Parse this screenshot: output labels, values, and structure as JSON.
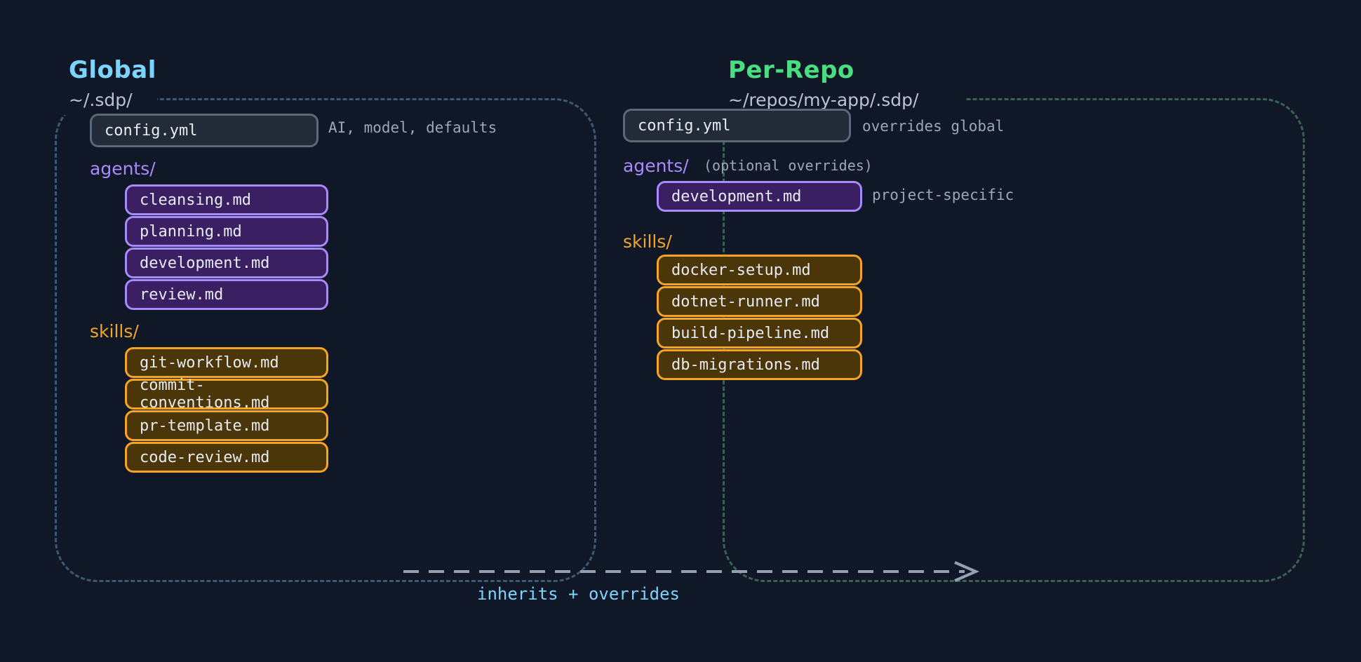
{
  "background": "#101828",
  "panels": [
    {
      "id": "global",
      "title": "Global",
      "title_color": "#7dd3fc",
      "path": "~/.sdp/",
      "border_color": "#3e5871",
      "config": {
        "label": "config.yml",
        "annotation": "AI, model, defaults"
      },
      "sections": [
        {
          "label": "agents/",
          "note": "",
          "color": "#a78bfa",
          "items": [
            "cleansing.md",
            "planning.md",
            "development.md",
            "review.md"
          ]
        },
        {
          "label": "skills/",
          "note": "",
          "color": "#f5a524",
          "items": [
            "git-workflow.md",
            "commit-conventions.md",
            "pr-template.md",
            "code-review.md"
          ]
        }
      ]
    },
    {
      "id": "repo",
      "title": "Per-Repo",
      "title_color": "#4ade80",
      "path": "~/repos/my-app/.sdp/",
      "border_color": "#3a6253",
      "config": {
        "label": "config.yml",
        "annotation": "overrides global"
      },
      "sections": [
        {
          "label": "agents/",
          "note": "(optional overrides)",
          "color": "#a78bfa",
          "items": [
            "development.md"
          ],
          "item_annotation": "project-specific"
        },
        {
          "label": "skills/",
          "note": "",
          "color": "#f5a524",
          "items": [
            "docker-setup.md",
            "dotnet-runner.md",
            "build-pipeline.md",
            "db-migrations.md"
          ]
        }
      ]
    }
  ],
  "flow": {
    "label": "inherits + overrides",
    "label_color": "#7dd3fc",
    "arrow_color": "#93a1b3"
  }
}
